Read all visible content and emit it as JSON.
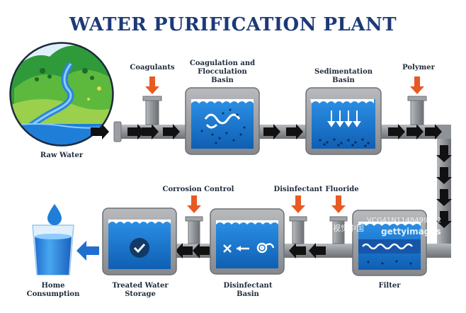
{
  "title": "WATER PURIFICATION PLANT",
  "labels": {
    "raw_water": "Raw Water",
    "coagulants": "Coagulants",
    "coag_basin": [
      "Coagulation and",
      "Flocculation",
      "Basin"
    ],
    "sed_basin": [
      "Sedimentation",
      "Basin"
    ],
    "polymer": "Polymer",
    "filter": "Filter",
    "fluoride": "Fluoride",
    "disinfectant": "Disinfectant",
    "disinfectant_basin": [
      "Disinfectant",
      "Basin"
    ],
    "corrosion_control": "Corrosion Control",
    "treated_storage": [
      "Treated Water",
      "Storage"
    ],
    "home_consumption": [
      "Home",
      "Consumption"
    ]
  },
  "watermark": {
    "brand_cn": "视觉中国",
    "id": "VCG41N1148499522",
    "brand": "gettyimages"
  },
  "colors": {
    "title": "#1c3a78",
    "pipe": "#8f9296",
    "tank": "#9c9ea2",
    "water": "#1f7ed8",
    "water_dark": "#0f5fb3",
    "injection_arrow": "#e85a24",
    "output_arrow": "#1f6fd0"
  }
}
